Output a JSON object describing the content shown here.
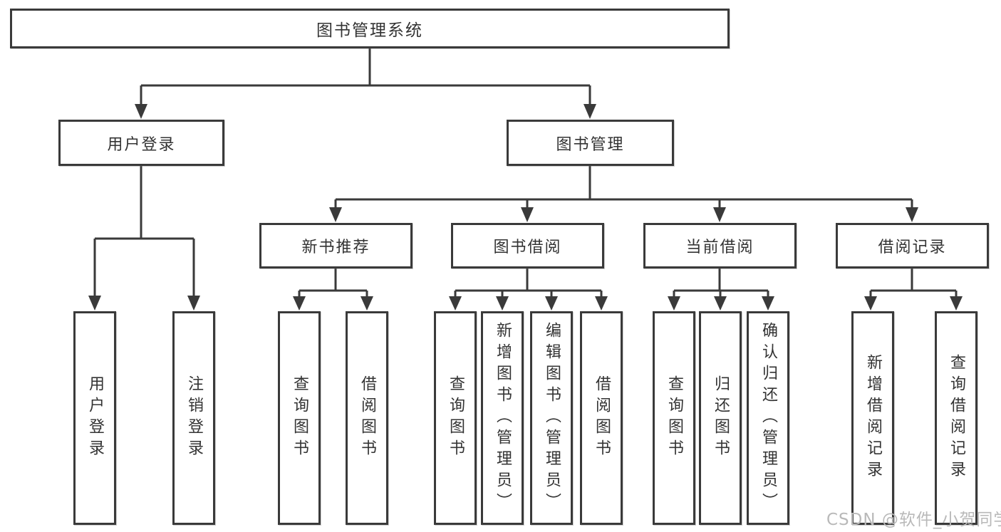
{
  "title": "图书管理系统",
  "tree": {
    "label": "图书管理系统",
    "children": [
      {
        "label": "用户登录",
        "children": [
          {
            "label": "用户登录"
          },
          {
            "label": "注销登录"
          }
        ]
      },
      {
        "label": "图书管理",
        "children": [
          {
            "label": "新书推荐",
            "children": [
              {
                "label": "查询图书"
              },
              {
                "label": "借阅图书"
              }
            ]
          },
          {
            "label": "图书借阅",
            "children": [
              {
                "label": "查询图书"
              },
              {
                "label": "新增图书（管理员）"
              },
              {
                "label": "编辑图书（管理员）"
              },
              {
                "label": "借阅图书"
              }
            ]
          },
          {
            "label": "当前借阅",
            "children": [
              {
                "label": "查询图书"
              },
              {
                "label": "归还图书"
              },
              {
                "label": "确认归还（管理员）"
              }
            ]
          },
          {
            "label": "借阅记录",
            "children": [
              {
                "label": "新增借阅记录"
              },
              {
                "label": "查询借阅记录"
              }
            ]
          }
        ]
      }
    ]
  },
  "watermark": "CSDN @软件_小贺同学",
  "colors": {
    "line": "#3a3a3a",
    "border": "#3a3a3a",
    "text": "#333333",
    "watermark_text": "#b9b9b9",
    "background": "#ffffff"
  }
}
